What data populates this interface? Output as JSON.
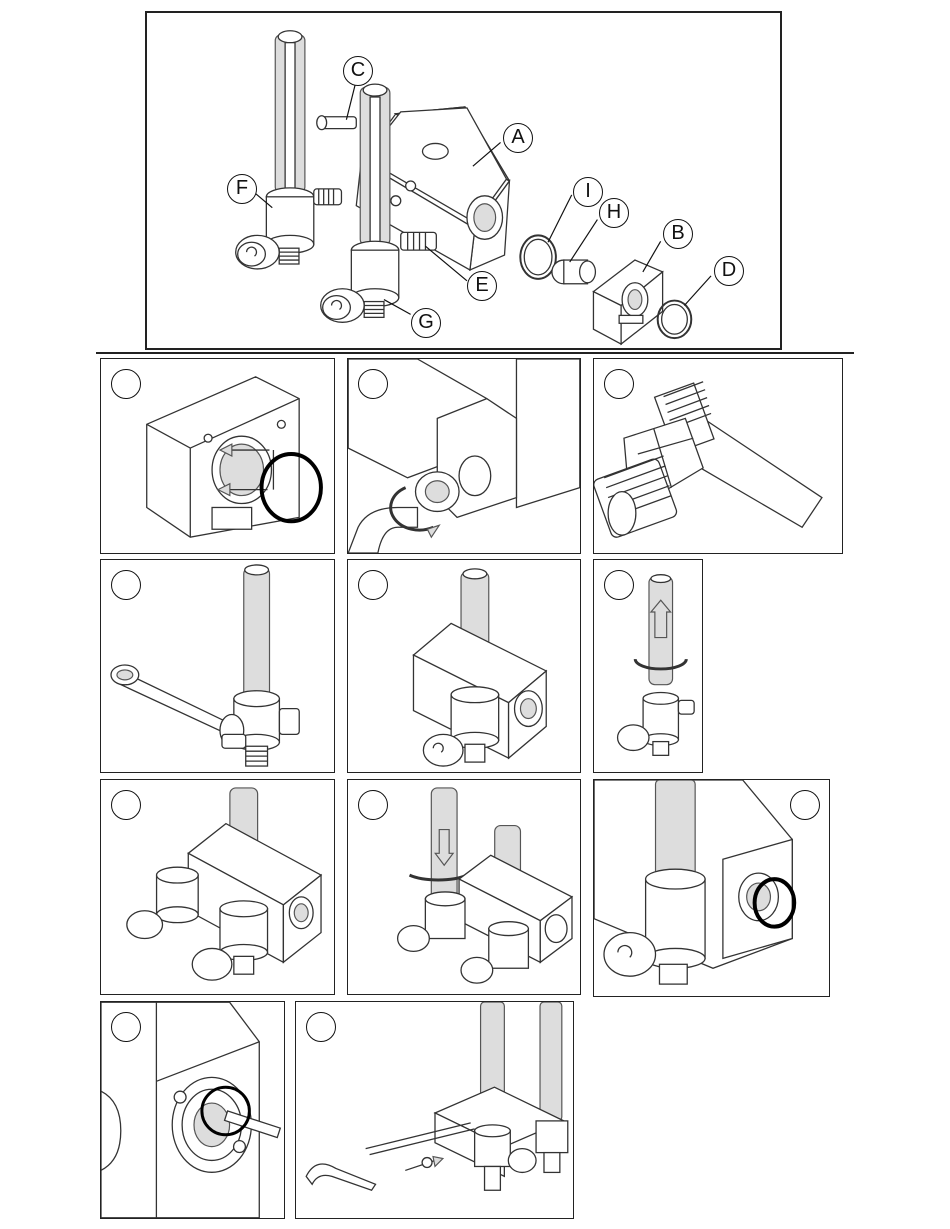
{
  "callouts": {
    "a": "A",
    "b": "B",
    "c": "C",
    "d": "D",
    "e": "E",
    "f": "F",
    "g": "G",
    "h": "H",
    "i": "I"
  }
}
